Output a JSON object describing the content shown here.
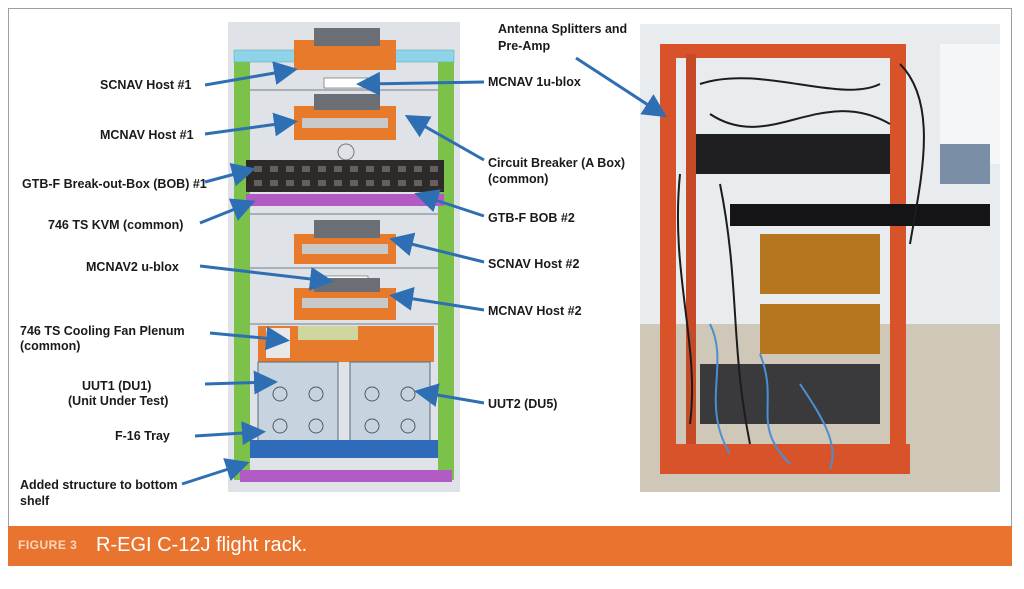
{
  "figure": {
    "label": "FIGURE 3",
    "title": "R-EGI C-12J flight rack."
  },
  "left_labels": [
    "SCNAV Host #1",
    "MCNAV Host #1",
    "GTB-F Break-out-Box (BOB) #1",
    "746 TS KVM (common)",
    "MCNAV2 u-blox",
    "746 TS Cooling Fan Plenum",
    "(common)",
    "UUT1 (DU1)",
    "(Unit Under Test)",
    "F-16 Tray",
    "Added structure to bottom",
    "shelf"
  ],
  "right_labels": [
    "MCNAV 1u-blox",
    "Circuit Breaker (A Box)",
    "(common)",
    "GTB-F BOB #2",
    "SCNAV Host #2",
    "MCNAV Host #2",
    "UUT2 (DU5)"
  ],
  "photo_labels": [
    "Antenna Splitters and",
    "Pre-Amp"
  ],
  "colors": {
    "caption_bar": "#e8742f",
    "arrow": "#2e6fb3",
    "rack_frame": "#7cc24a",
    "chassis": "#e87a2c",
    "photo_rack": "#d9532a"
  }
}
